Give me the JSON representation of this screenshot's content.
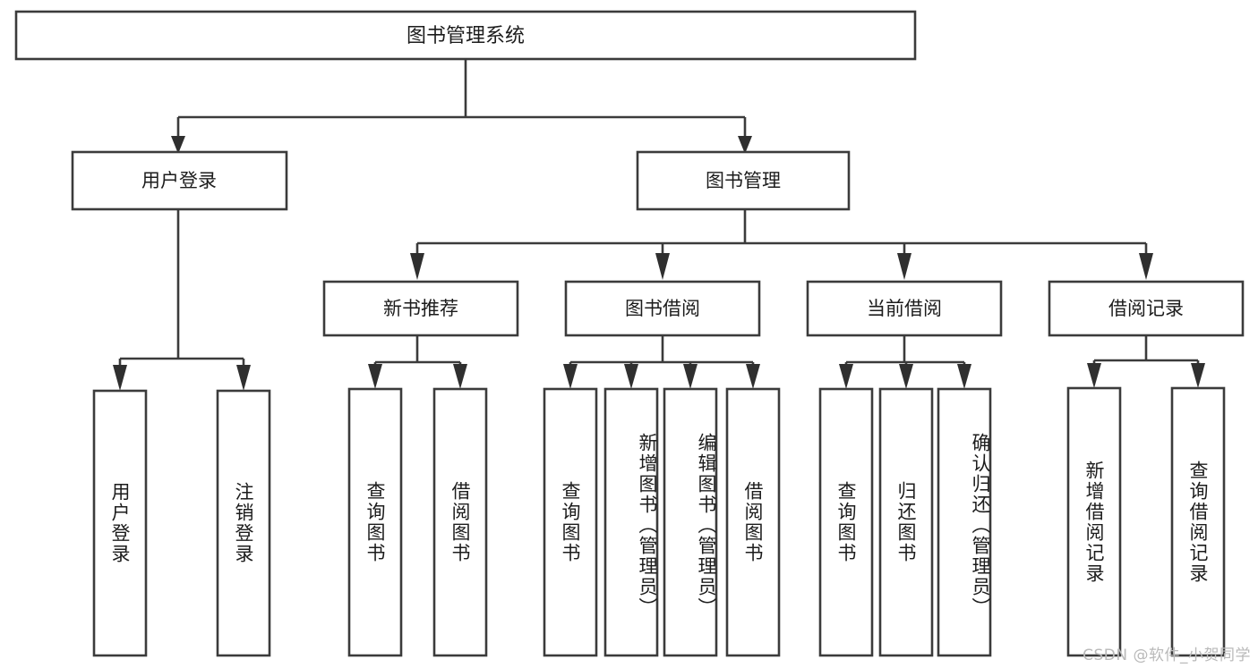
{
  "diagram": {
    "type": "tree-hierarchy",
    "title": "图书管理系统",
    "watermark": "CSDN @软件_小贺同学",
    "colors": {
      "background": "#ffffff",
      "box_stroke": "#3b3b3b",
      "box_fill": "#ffffff",
      "text": "#1c1c1c",
      "connector": "#3b3b3b",
      "watermark_text": "#b9b9b9"
    },
    "root": {
      "label": "图书管理系统",
      "level": 0
    },
    "level1": [
      {
        "label": "用户登录"
      },
      {
        "label": "图书管理"
      }
    ],
    "level2": [
      {
        "label": "新书推荐"
      },
      {
        "label": "图书借阅"
      },
      {
        "label": "当前借阅"
      },
      {
        "label": "借阅记录"
      }
    ],
    "leaves": {
      "user_login": [
        {
          "label": "用户登录"
        },
        {
          "label": "注销登录"
        }
      ],
      "new_book_recommend": [
        {
          "label": "查询图书"
        },
        {
          "label": "借阅图书"
        }
      ],
      "book_borrow": [
        {
          "label": "查询图书"
        },
        {
          "label": "新增图书（管理员）"
        },
        {
          "label": "编辑图书（管理员）"
        },
        {
          "label": "借阅图书"
        }
      ],
      "current_borrow": [
        {
          "label": "查询图书"
        },
        {
          "label": "归还图书"
        },
        {
          "label": "确认归还（管理员）"
        }
      ],
      "borrow_record": [
        {
          "label": "新增借阅记录"
        },
        {
          "label": "查询借阅记录"
        }
      ]
    }
  }
}
